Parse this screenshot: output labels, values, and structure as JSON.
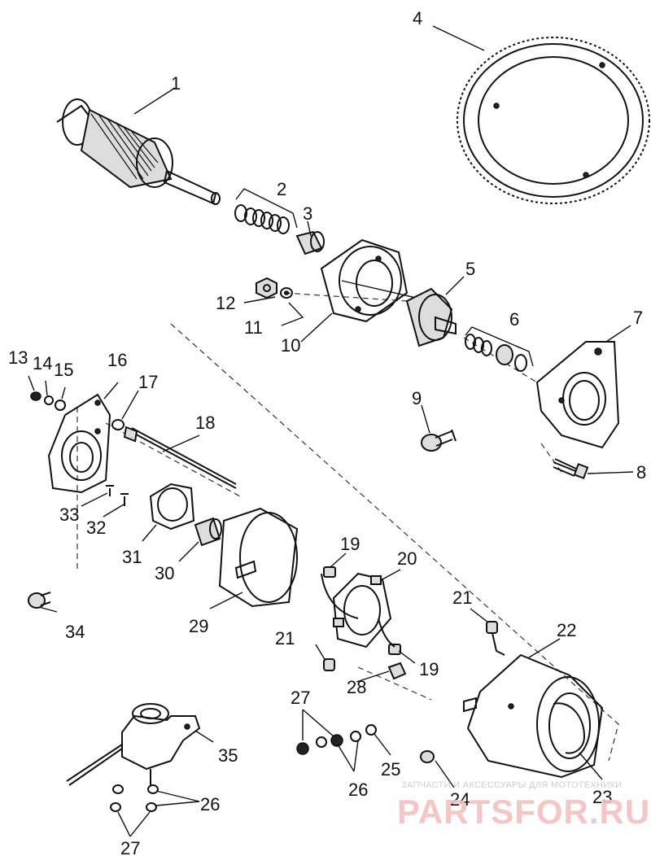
{
  "callouts": [
    "1",
    "2",
    "3",
    "4",
    "5",
    "6",
    "7",
    "8",
    "9",
    "10",
    "11",
    "12",
    "13",
    "14",
    "15",
    "16",
    "17",
    "18",
    "19",
    "19",
    "20",
    "21",
    "21",
    "22",
    "23",
    "24",
    "25",
    "26",
    "26",
    "27",
    "27",
    "28",
    "29",
    "30",
    "31",
    "32",
    "33",
    "34",
    "35"
  ],
  "watermark": {
    "caption": "ЗАПЧАСТИ И АКСЕССУАРЫ ДЛЯ МОТОТЕХНИКИ",
    "logo": "PARTSFOR.RU",
    "color": "#f3c0c0"
  },
  "colors": {
    "line": "#111111",
    "background": "#ffffff"
  }
}
